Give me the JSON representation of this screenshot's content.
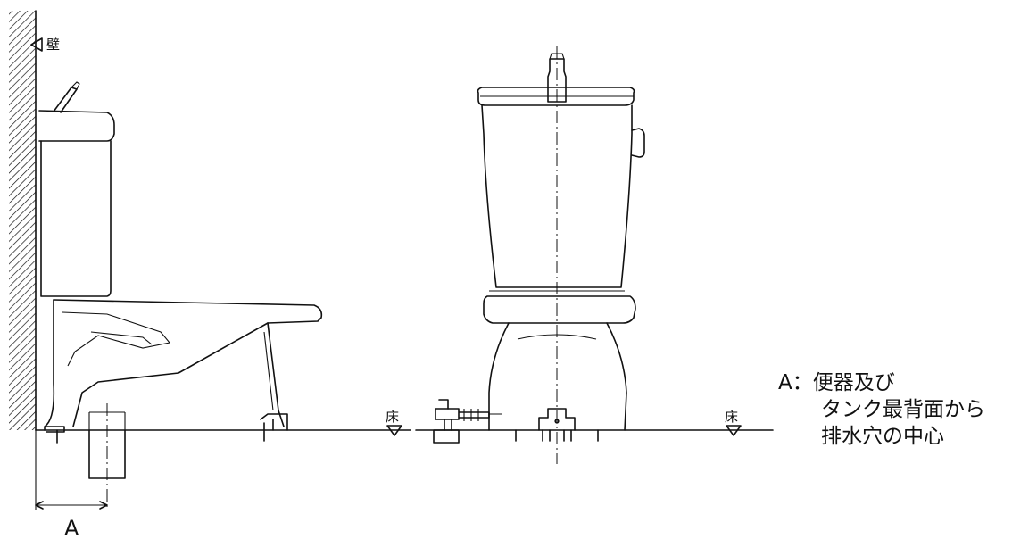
{
  "labels": {
    "wall": "壁",
    "floor_side": "床",
    "floor_front": "床",
    "dimension": "A"
  },
  "legend": {
    "key": "A：",
    "line1": "便器及び",
    "line2": "タンク最背面から",
    "line3": "排水穴の中心"
  }
}
